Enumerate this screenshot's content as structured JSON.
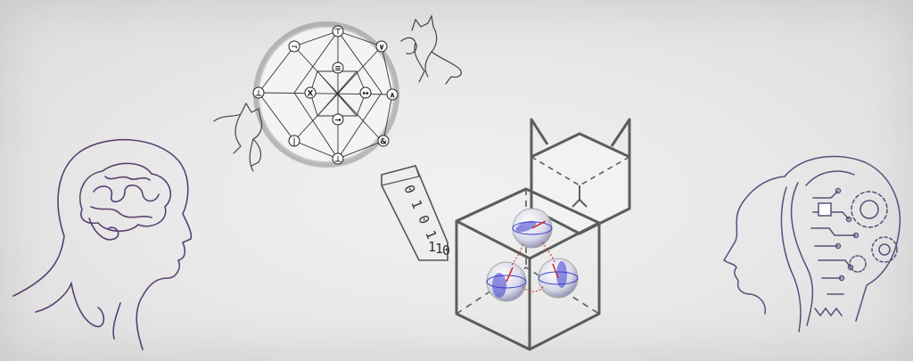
{
  "scene": {
    "tape_bits": [
      "0",
      "1",
      "0",
      "1",
      "1",
      "1",
      "0"
    ],
    "logic_symbols": [
      "⊤",
      "∨",
      "∧",
      "¬",
      "≡",
      "⊥",
      "&",
      "|",
      "→",
      "X",
      "⊥",
      "↔"
    ],
    "colors": {
      "background": "#e9e9e9",
      "human_head_line": "#5a4070",
      "ai_head_line": "#55507a",
      "cat_box_line": "#5b5f5c",
      "bloch_sphere": "#3a3ad0",
      "entanglement_link": "#d0342c"
    },
    "icons": [
      "human-head-brain-icon",
      "logic-graph-circle-icon",
      "cat-icon",
      "binary-tape-icon",
      "cube-cat-icon",
      "bloch-sphere-icon",
      "ai-head-circuit-icon"
    ]
  }
}
